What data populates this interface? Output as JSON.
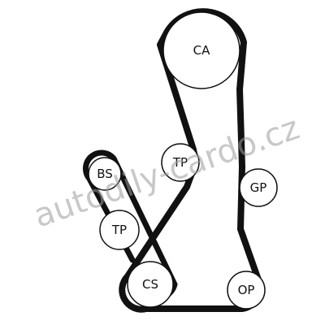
{
  "diagram": {
    "colors": {
      "belt": "#111111",
      "pulley_outline": "#111111",
      "pulley_fill": "#ffffff",
      "watermark": "#9a9a9a"
    },
    "pulleys": [
      {
        "id": "ca",
        "label": "CA"
      },
      {
        "id": "bs",
        "label": "BS"
      },
      {
        "id": "tp_upper",
        "label": "TP"
      },
      {
        "id": "gp",
        "label": "GP"
      },
      {
        "id": "tp_lower",
        "label": "TP"
      },
      {
        "id": "cs",
        "label": "CS"
      },
      {
        "id": "op",
        "label": "OP"
      }
    ],
    "watermark": "autodily-cardo.cz"
  }
}
